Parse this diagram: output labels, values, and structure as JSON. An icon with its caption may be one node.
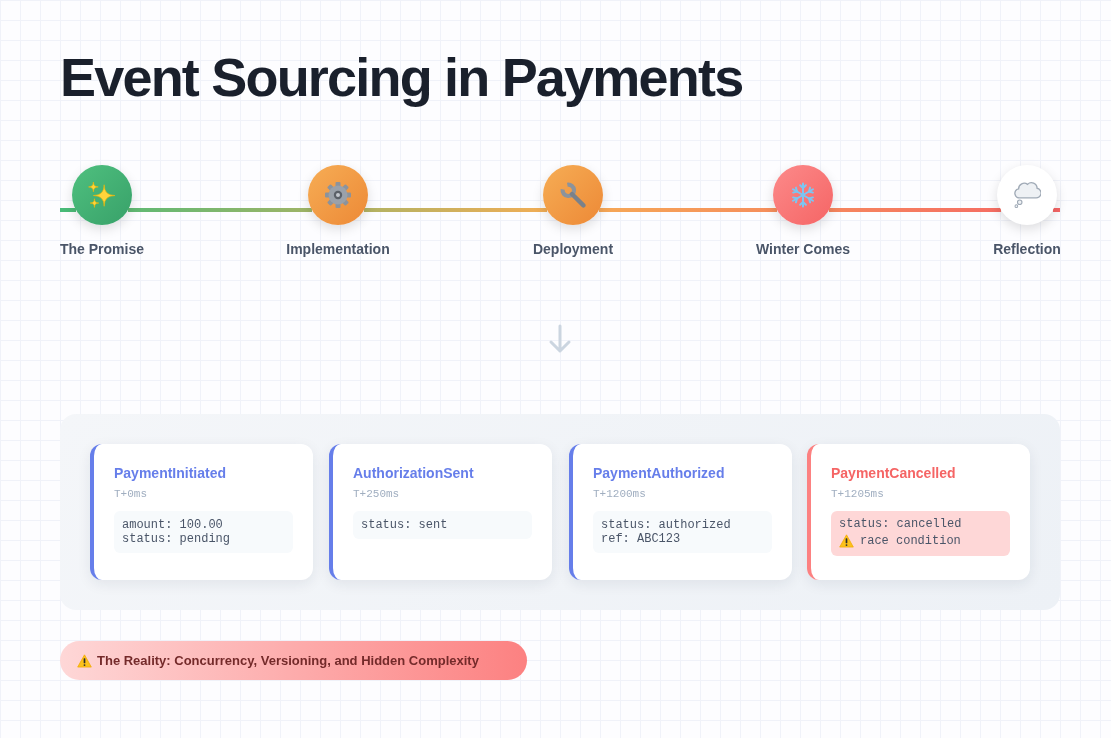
{
  "diagram": {
    "title": "Event Sourcing in Payments",
    "nodes": [
      {
        "text": [
          "The Promise"
        ]
      },
      {
        "text": [
          "Implementation"
        ]
      },
      {
        "text": [
          "Deployment"
        ]
      },
      {
        "text": [
          "Winter Comes"
        ]
      },
      {
        "text": [
          "Reflection"
        ]
      },
      {
        "text": [],
        "shape": "box"
      },
      {
        "text": [
          "PaymentInitiated",
          "T+0ms"
        ],
        "in": 5
      },
      {
        "text": [
          "amount: 100.00",
          "status: pending"
        ],
        "in": 6
      },
      {
        "text": [
          "AuthorizationSent",
          "T+250ms"
        ],
        "in": 5
      },
      {
        "text": [
          "status: sent"
        ],
        "in": 8
      },
      {
        "text": [
          "PaymentAuthorized",
          "T+1200ms"
        ],
        "in": 5
      },
      {
        "text": [
          "status: authorized",
          "ref: ABC123"
        ],
        "in": 10
      },
      {
        "text": [
          "PaymentCancelled",
          "T+1205ms"
        ],
        "in": 5
      },
      {
        "text": [
          "status: cancelled",
          "race condition"
        ],
        "in": 12
      },
      {
        "text": [
          "The Reality: Concurrency, Versioning, and Hidden Complexity"
        ]
      }
    ],
    "edges": [
      {
        "from": 0,
        "to": 1,
        "arrow": "none"
      },
      {
        "from": 1,
        "to": 2,
        "arrow": "none"
      },
      {
        "from": 2,
        "to": 3,
        "arrow": "none"
      },
      {
        "from": 3,
        "to": 4,
        "arrow": "none"
      }
    ]
  }
}
